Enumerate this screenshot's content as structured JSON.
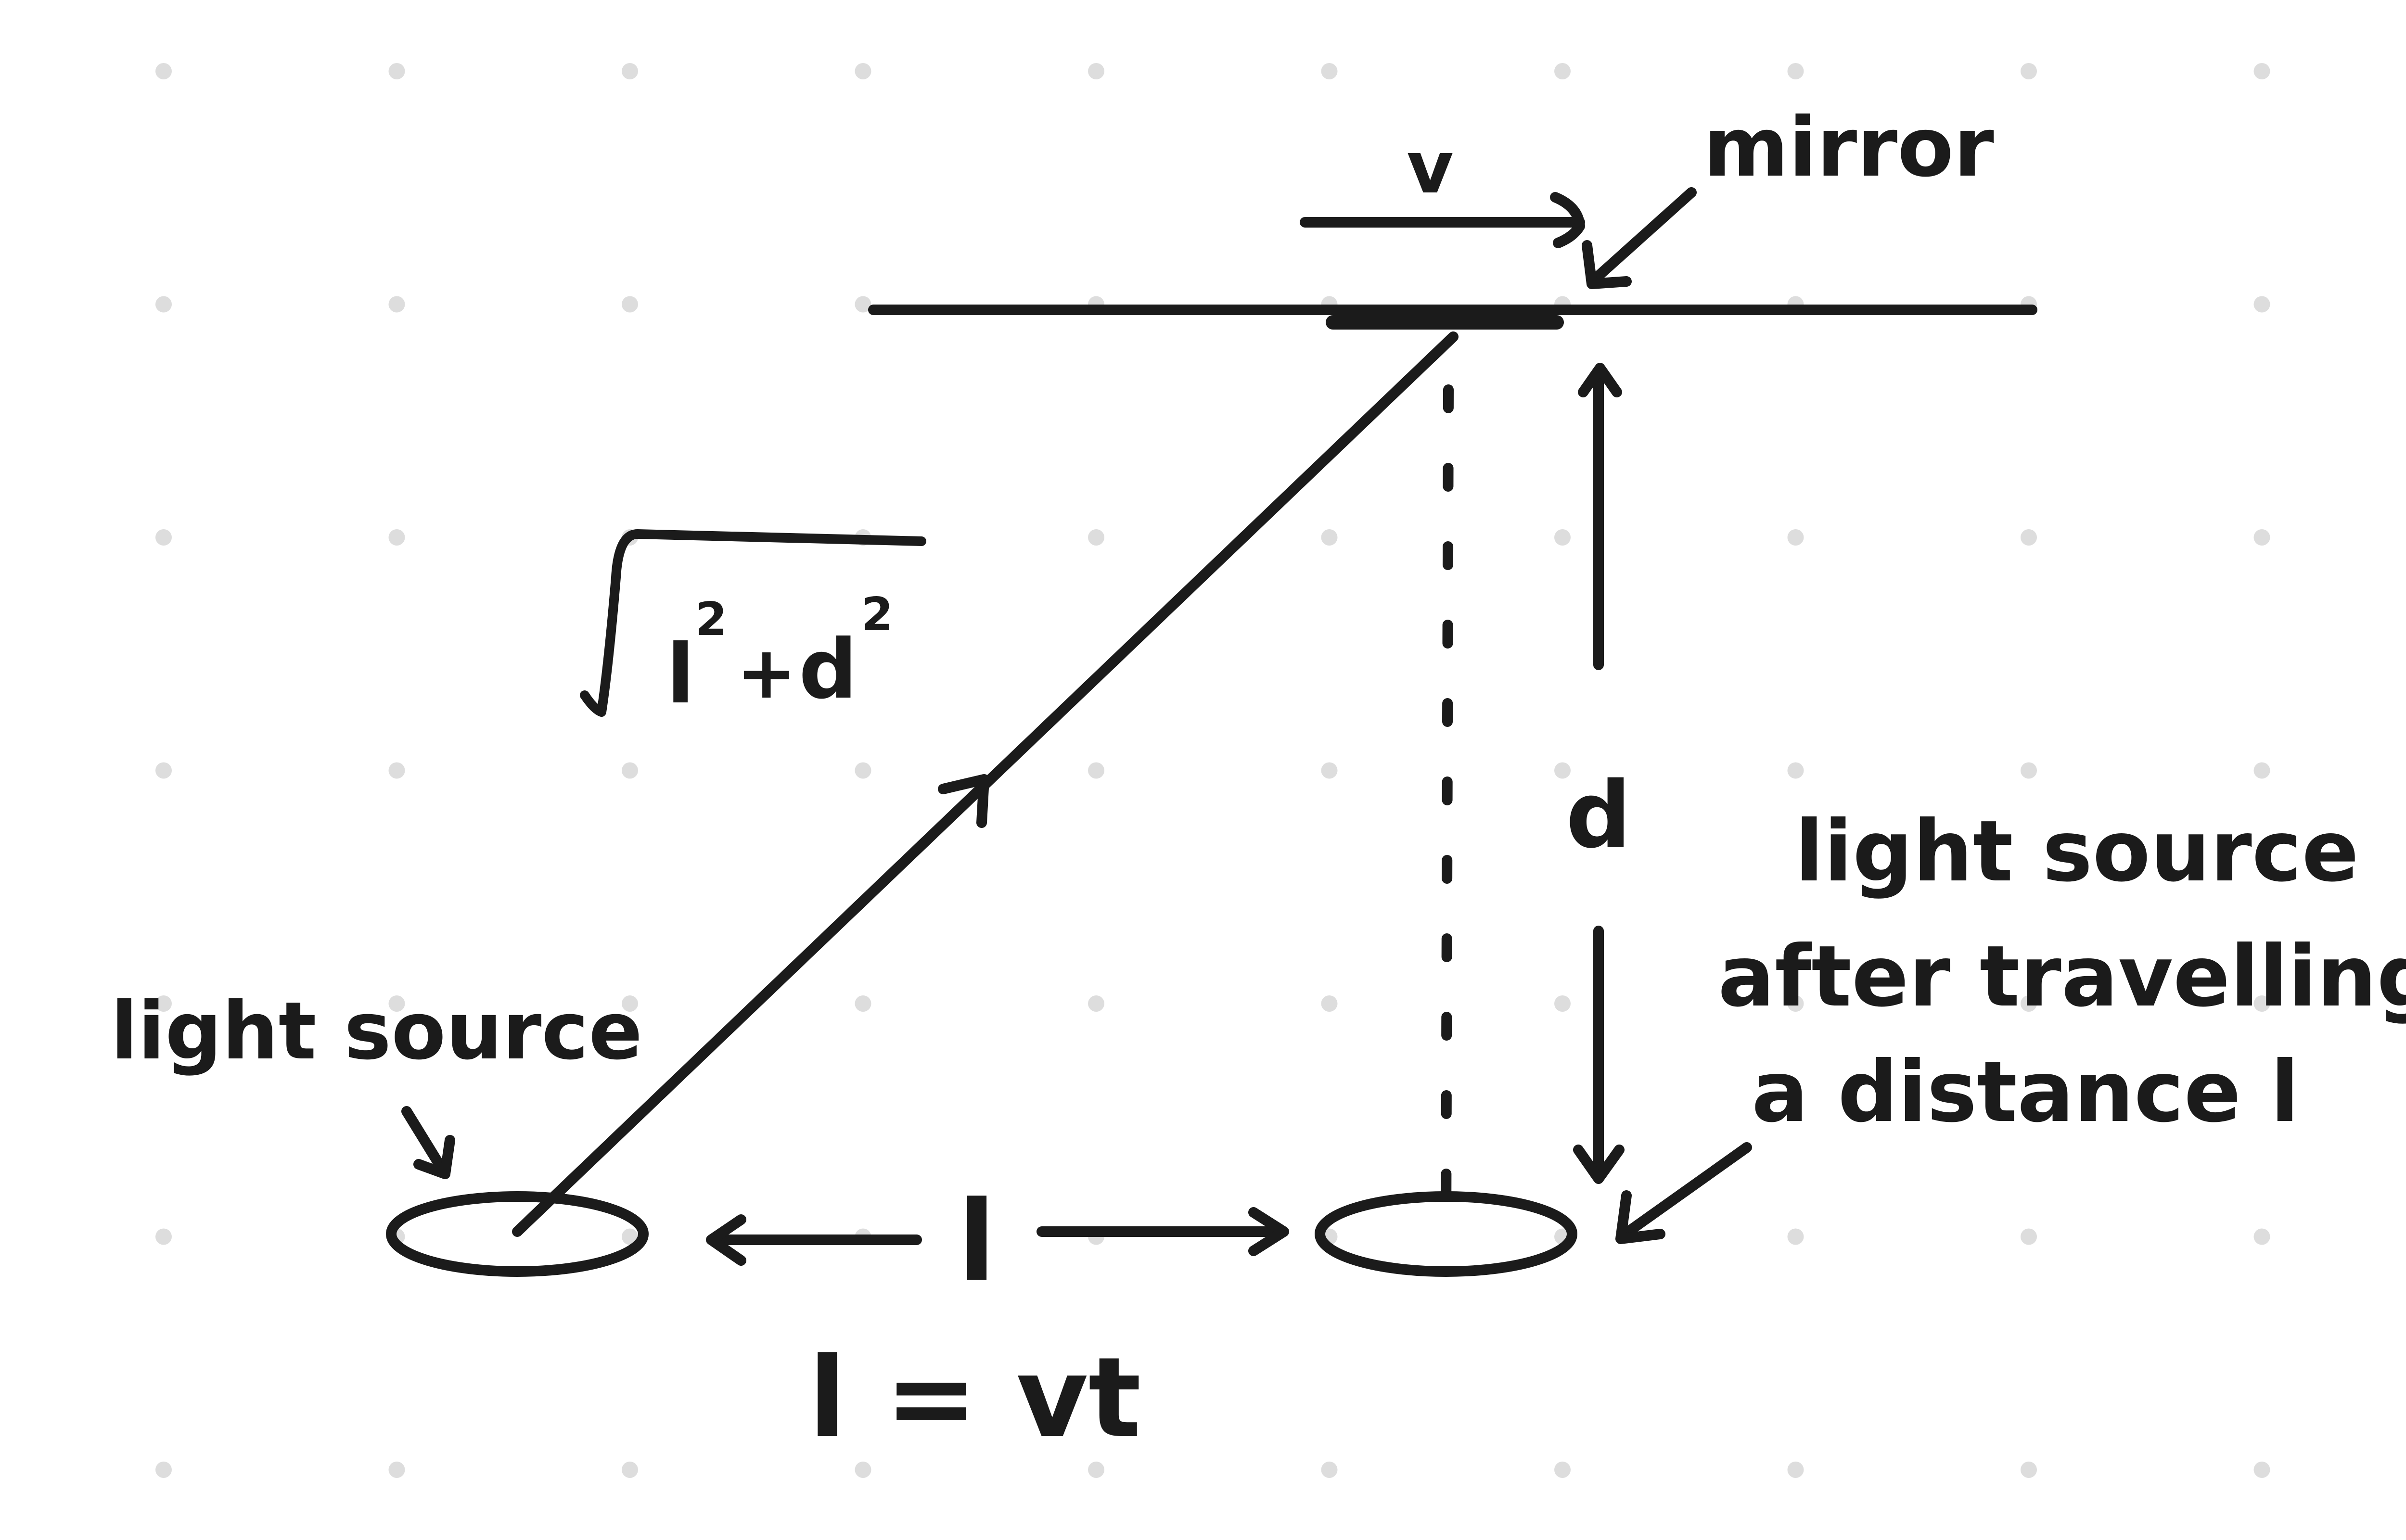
{
  "labels": {
    "mirror": "mirror",
    "velocity": "v",
    "light_source_left": "light source",
    "light_source_right_line1": "light source",
    "light_source_right_line2": "after travelling",
    "light_source_right_line3": "a distance l",
    "hypotenuse_l": "l",
    "hypotenuse_plus": "+",
    "hypotenuse_d": "d",
    "hypotenuse_exp_l": "2",
    "hypotenuse_exp_d": "2",
    "distance_d": "d",
    "distance_l": "l",
    "equation": "l = vt"
  },
  "colors": {
    "ink": "#1b1b1b",
    "grid_dot": "#dddddd",
    "background": "#ffffff"
  }
}
